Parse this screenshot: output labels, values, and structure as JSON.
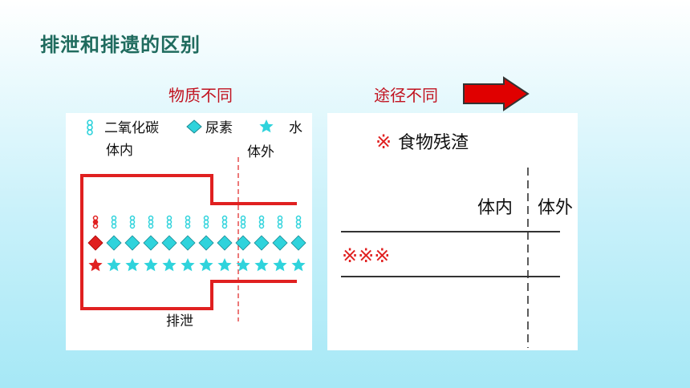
{
  "title": "排泄和排遗的区别",
  "left_caption": "物质不同",
  "right_caption": "途径不同",
  "colors": {
    "title": "#1f6b5e",
    "caption": "#c1121f",
    "wall": "#e02020",
    "cyan": "#2fd3dc",
    "divider": "#333333"
  },
  "left_panel": {
    "legend": [
      {
        "icon": "co2-symbol",
        "label": "二氧化碳"
      },
      {
        "icon": "diamond-symbol",
        "label": "尿素"
      },
      {
        "icon": "star-symbol",
        "label": "水"
      }
    ],
    "inside_label": "体内",
    "outside_label": "体外",
    "bottom_label": "排泄"
  },
  "right_panel": {
    "legend_symbol": "※",
    "legend_label": "食物残渣",
    "inside_label": "体内",
    "outside_label": "体外",
    "tract_symbols": "※※※"
  }
}
